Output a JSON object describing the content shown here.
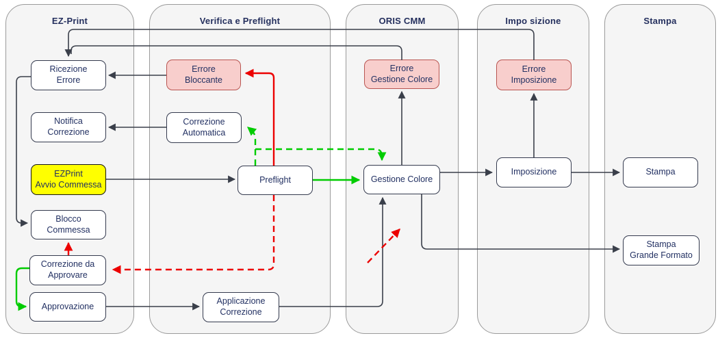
{
  "colors": {
    "arrow_black": "#3a3f4a",
    "arrow_red": "#ec0000",
    "arrow_green": "#00cc00",
    "lane_fill": "#f5f5f5",
    "lane_border": "#9a9a9a",
    "node_border": "#343a4e",
    "node_text": "#223062",
    "pink_fill": "#f8cecc",
    "pink_border": "#b85450",
    "yellow_fill": "#ffff00"
  },
  "lanes": [
    {
      "id": "ez-print",
      "label": "EZ-Print"
    },
    {
      "id": "verifica-e-preflight",
      "label": "Verifica e Preflight"
    },
    {
      "id": "oris-cmm",
      "label": "ORIS CMM"
    },
    {
      "id": "imposizione",
      "label": "Impo sizione"
    },
    {
      "id": "stampa",
      "label": "Stampa"
    }
  ],
  "nodes": [
    {
      "id": "ricezione-errore",
      "lane": "EZ-Print",
      "kind": "normal",
      "label": "Ricezione\nErrore"
    },
    {
      "id": "notifica-correzione",
      "lane": "EZ-Print",
      "kind": "normal",
      "label": "Notifica\nCorrezione"
    },
    {
      "id": "ezprint-avvio-commessa",
      "lane": "EZ-Print",
      "kind": "start-yellow",
      "label": "EZPrint\nAvvio Commessa"
    },
    {
      "id": "blocco-commessa",
      "lane": "EZ-Print",
      "kind": "normal",
      "label": "Blocco\nCommessa"
    },
    {
      "id": "correzione-da-approvare",
      "lane": "EZ-Print",
      "kind": "normal",
      "label": "Correzione da\nApprovare"
    },
    {
      "id": "approvazione",
      "lane": "EZ-Print",
      "kind": "normal",
      "label": "Approvazione"
    },
    {
      "id": "errore-bloccante",
      "lane": "Verifica e Preflight",
      "kind": "error-pink",
      "label": "Errore\nBloccante"
    },
    {
      "id": "correzione-automatica",
      "lane": "Verifica e Preflight",
      "kind": "normal",
      "label": "Correzione\nAutomatica"
    },
    {
      "id": "preflight",
      "lane": "Verifica e Preflight",
      "kind": "normal",
      "label": "Preflight"
    },
    {
      "id": "applicazione-correzione",
      "lane": "Verifica e Preflight",
      "kind": "normal",
      "label": "Applicazione\nCorrezione"
    },
    {
      "id": "errore-gestione-colore",
      "lane": "ORIS CMM",
      "kind": "error-pink",
      "label": "Errore\nGestione Colore"
    },
    {
      "id": "gestione-colore",
      "lane": "ORIS CMM",
      "kind": "normal",
      "label": "Gestione Colore"
    },
    {
      "id": "errore-imposizione",
      "lane": "Impo sizione",
      "kind": "error-pink",
      "label": "Errore\nImposizione"
    },
    {
      "id": "imposizione",
      "lane": "Impo sizione",
      "kind": "normal",
      "label": "Imposizione"
    },
    {
      "id": "stampa",
      "lane": "Stampa",
      "kind": "normal",
      "label": "Stampa"
    },
    {
      "id": "stampa-grande-formato",
      "lane": "Stampa",
      "kind": "normal",
      "label": "Stampa\nGrande Formato"
    }
  ],
  "edges": [
    {
      "from": "errore-imposizione",
      "to": "ricezione-errore",
      "color": "black",
      "line": "solid"
    },
    {
      "from": "errore-gestione-colore",
      "to": "ricezione-errore",
      "color": "black",
      "line": "solid"
    },
    {
      "from": "errore-bloccante",
      "to": "ricezione-errore",
      "color": "black",
      "line": "solid"
    },
    {
      "from": "correzione-automatica",
      "to": "notifica-correzione",
      "color": "black",
      "line": "solid"
    },
    {
      "from": "ezprint-avvio-commessa",
      "to": "preflight",
      "color": "black",
      "line": "solid"
    },
    {
      "from": "ricezione-errore",
      "to": "blocco-commessa",
      "color": "black",
      "line": "solid"
    },
    {
      "from": "gestione-colore",
      "to": "errore-gestione-colore",
      "color": "black",
      "line": "solid"
    },
    {
      "from": "imposizione",
      "to": "errore-imposizione",
      "color": "black",
      "line": "solid"
    },
    {
      "from": "gestione-colore",
      "to": "imposizione",
      "color": "black",
      "line": "solid"
    },
    {
      "from": "imposizione",
      "to": "stampa",
      "color": "black",
      "line": "solid"
    },
    {
      "from": "approvazione",
      "to": "applicazione-correzione",
      "color": "black",
      "line": "solid"
    },
    {
      "from": "applicazione-correzione",
      "to": "gestione-colore",
      "color": "black",
      "line": "solid"
    },
    {
      "from": "gestione-colore",
      "to": "stampa-grande-formato",
      "color": "black",
      "line": "solid"
    },
    {
      "from": "preflight",
      "to": "errore-bloccante",
      "color": "red",
      "line": "solid"
    },
    {
      "from": "correzione-da-approvare",
      "to": "blocco-commessa",
      "color": "red",
      "line": "solid"
    },
    {
      "from": "preflight",
      "to": "correzione-da-approvare",
      "color": "red",
      "line": "dashed"
    },
    {
      "from": "applicazione-correzione",
      "to": "gestione-colore",
      "color": "red",
      "line": "dashed"
    },
    {
      "from": "preflight",
      "to": "gestione-colore",
      "color": "green",
      "line": "solid"
    },
    {
      "from": "correzione-da-approvare",
      "to": "approvazione",
      "color": "green",
      "line": "solid"
    },
    {
      "from": "preflight",
      "to": "correzione-automatica",
      "color": "green",
      "line": "dashed"
    },
    {
      "from": "preflight",
      "to": "gestione-colore",
      "color": "green",
      "line": "dashed"
    }
  ]
}
